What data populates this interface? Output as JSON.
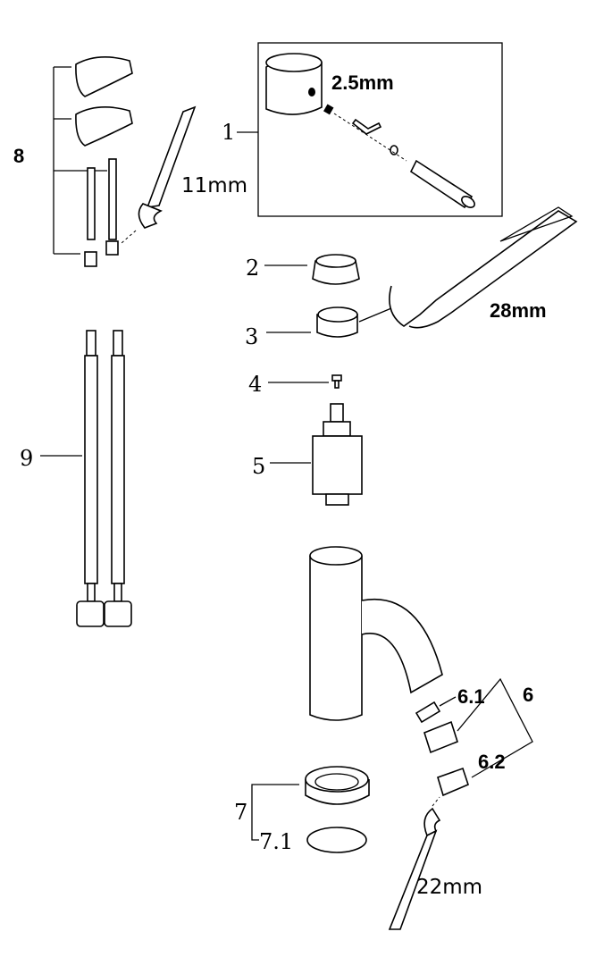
{
  "title": "Faucet exploded parts diagram",
  "labels": {
    "p1": "1",
    "hex_key": "2.5mm",
    "p8": "8",
    "wrench_small": "11mm",
    "p2": "2",
    "p3": "3",
    "wrench_large": "28mm",
    "p4": "4",
    "p5": "5",
    "p9": "9",
    "p6_1": "6.1",
    "p6": "6",
    "p6_2": "6.2",
    "p7": "7",
    "p7_1": "7.1",
    "wrench_aerator": "22mm"
  }
}
